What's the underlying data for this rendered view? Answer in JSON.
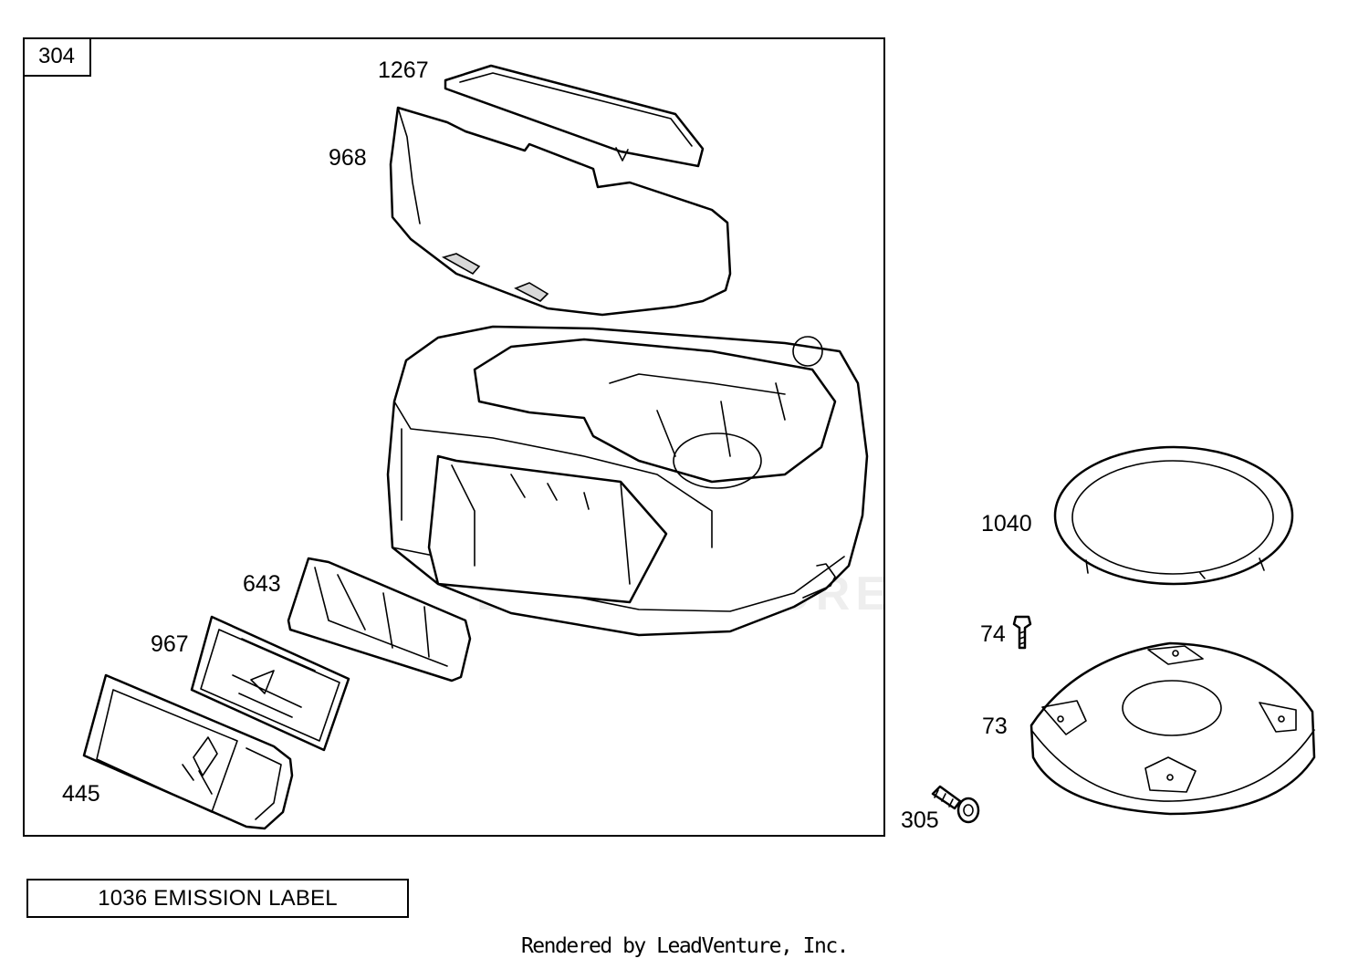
{
  "diagram": {
    "reference_number": "304",
    "callouts": {
      "cover_insert": "1267",
      "top_cover": "968",
      "panel_bracket": "643",
      "decal": "967",
      "face_plate": "445",
      "ring_gasket": "1040",
      "screw": "74",
      "base_plate": "73",
      "bolt": "305"
    },
    "note_label": "1036 EMISSION LABEL",
    "watermark": "LEADVENTURE"
  },
  "footer": {
    "rendered_by": "Rendered by LeadVenture, Inc."
  }
}
